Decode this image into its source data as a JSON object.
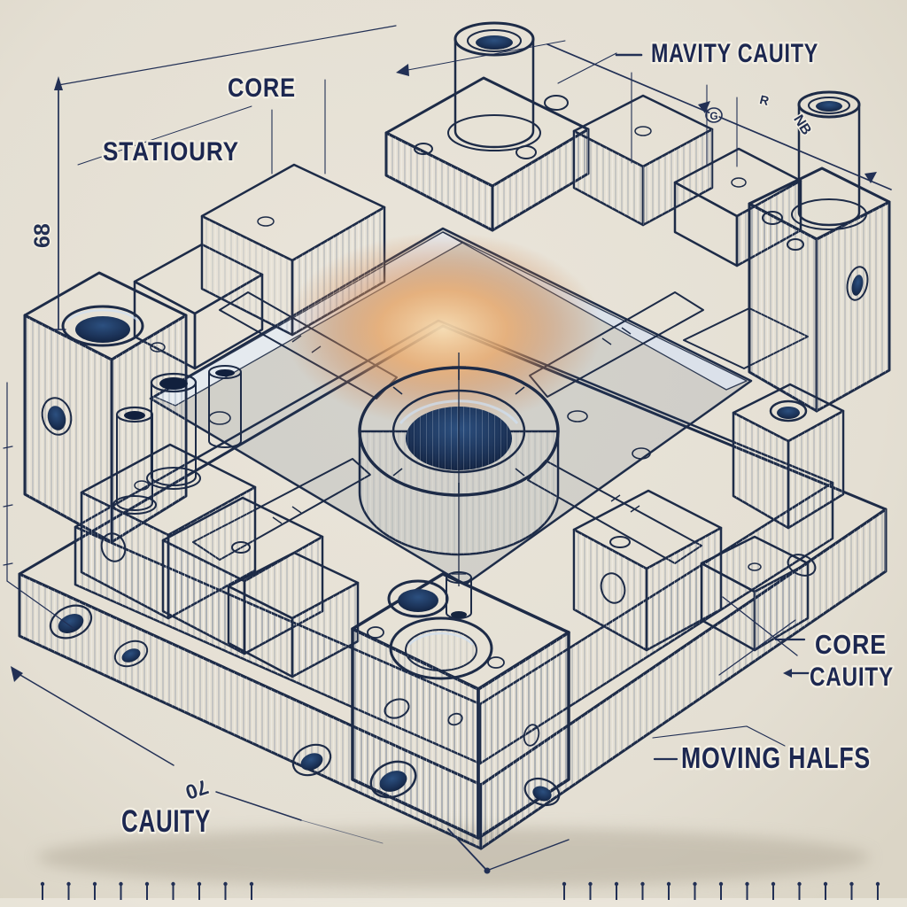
{
  "labels": {
    "stationary": "STATIOURY",
    "core_top": "CORE",
    "cavity_top_right": "MAVITY CAUITY",
    "core_right": "CORE",
    "cavity_right": "CAUITY",
    "moving_half": "MOVING HALFS",
    "cavity_bottom_left": "CAUITY"
  },
  "dimensions": {
    "left_height": "68",
    "bottom_width": "70",
    "top_right_mark": "NB",
    "top_mark_r": "R",
    "top_mark_g": "G"
  },
  "ruler": {
    "tick_top": 998,
    "tick_bottom": 1016,
    "groups": [
      {
        "start": 48,
        "end": 292,
        "step": 29.5
      },
      {
        "start": 637,
        "end": 1004,
        "step": 29.5
      }
    ]
  },
  "palette": {
    "background": "#e5e0d4",
    "ink_outline": "#1d2b47",
    "label_text": "#1c2750",
    "metal_light": "#f7f8fa",
    "metal_shadow": "#7588a6",
    "bore_dark": "#0f1d38",
    "copper_glow": "#eaa96b"
  }
}
